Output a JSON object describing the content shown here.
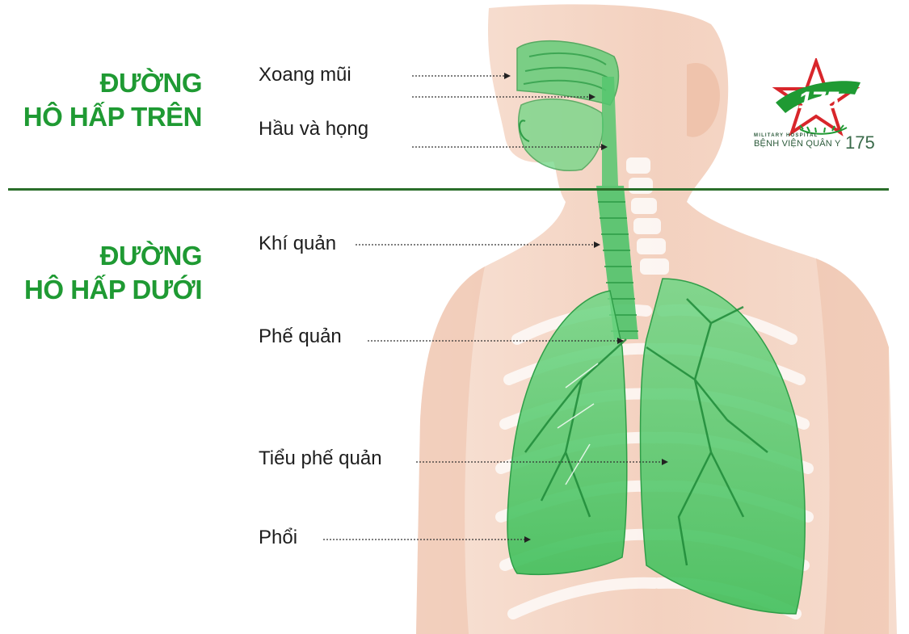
{
  "sections": {
    "upper": {
      "line1": "ĐƯỜNG",
      "line2": "HÔ HẤP TRÊN"
    },
    "lower": {
      "line1": "ĐƯỜNG",
      "line2": "HÔ HẤP DƯỚI"
    }
  },
  "labels": {
    "sinus": "Xoang mũi",
    "pharynx": "Hầu và họng",
    "trachea": "Khí quản",
    "bronchi": "Phế quản",
    "bronchioles": "Tiểu phế quản",
    "lungs": "Phổi"
  },
  "logo": {
    "military": "MILITARY HOSPITAL",
    "name": "BỆNH VIỆN QUÂN Y",
    "number": "175",
    "emblem_text": "175"
  },
  "colors": {
    "title_green": "#1f9a33",
    "divider": "#2a6e2a",
    "organ_green": "#3fbf5a",
    "skin": "#f3d2c0",
    "logo_red": "#d8262b",
    "logo_green": "#1f9a33"
  }
}
